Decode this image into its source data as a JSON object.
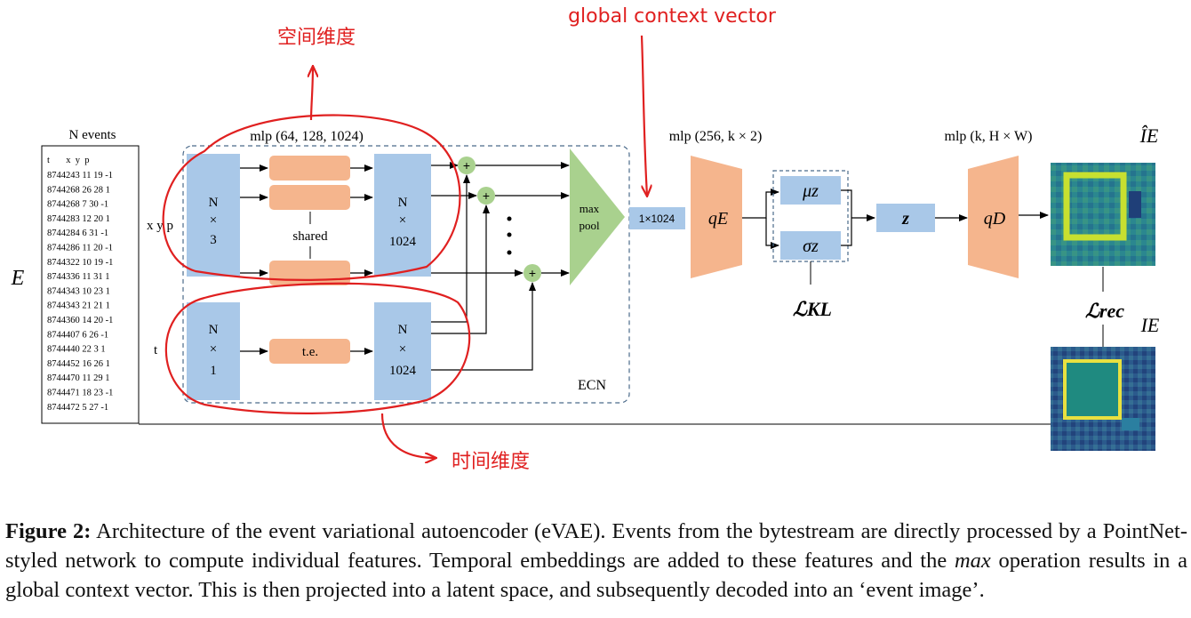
{
  "annotations": {
    "spatial": "空间维度",
    "temporal": "时间维度",
    "global": "global context vector"
  },
  "events": {
    "title": "N events",
    "header": "t       x  y  p",
    "rows": [
      "8744243 11 19 -1",
      "8744268 26 28  1",
      "8744268  7 30 -1",
      "8744283 12 20  1",
      "8744284  6 31 -1",
      "8744286 11 20 -1",
      "8744322 10 19 -1",
      "8744336 11 31  1",
      "8744343 10 23  1",
      "8744343 21 21  1",
      "8744360 14 20 -1",
      "8744407  6 26 -1",
      "8744440 22  3  1",
      "8744452 16 26  1",
      "8744470 11 29  1",
      "8744471 18 23 -1",
      "8744472  5 27 -1"
    ]
  },
  "labels": {
    "E": "E",
    "xyp": "x y p",
    "t": "t",
    "mlp1": "mlp (64, 128, 1024)",
    "mlp2": "mlp (256, k × 2)",
    "mlp3": "mlp (k, H × W)",
    "shared": "shared",
    "te": "t.e.",
    "ecn": "ECN",
    "maxpool_1": "max",
    "maxpool_2": "pool",
    "vec": "1×1024",
    "qE": "qE",
    "qD": "qD",
    "mu": "μz",
    "sigma": "σz",
    "z": "z",
    "Lkl": "ℒKL",
    "Lrec": "ℒrec",
    "IhatE": "ÎE",
    "IE": "IE",
    "dots": "⋮",
    "box1": [
      "N",
      "×",
      "3"
    ],
    "box2": [
      "N",
      "×",
      "1024"
    ],
    "box3": [
      "N",
      "×",
      "1"
    ],
    "box4": [
      "N",
      "×",
      "1024"
    ]
  },
  "caption": {
    "label": "Figure 2:",
    "part1": " Architecture of the event variational autoencoder (eVAE). Events from the bytestream are directly processed by a PointNet-styled network to compute individual features. Temporal embeddings are added to these features and the ",
    "em": "max",
    "part2": " operation results in a global context vector. This is then projected into a latent space, and subsequently decoded into an ‘event image’."
  },
  "colors": {
    "blue": "#a9c8e8",
    "orange": "#f5b58d",
    "green": "#a9d18e",
    "annotation": "#e02020"
  }
}
